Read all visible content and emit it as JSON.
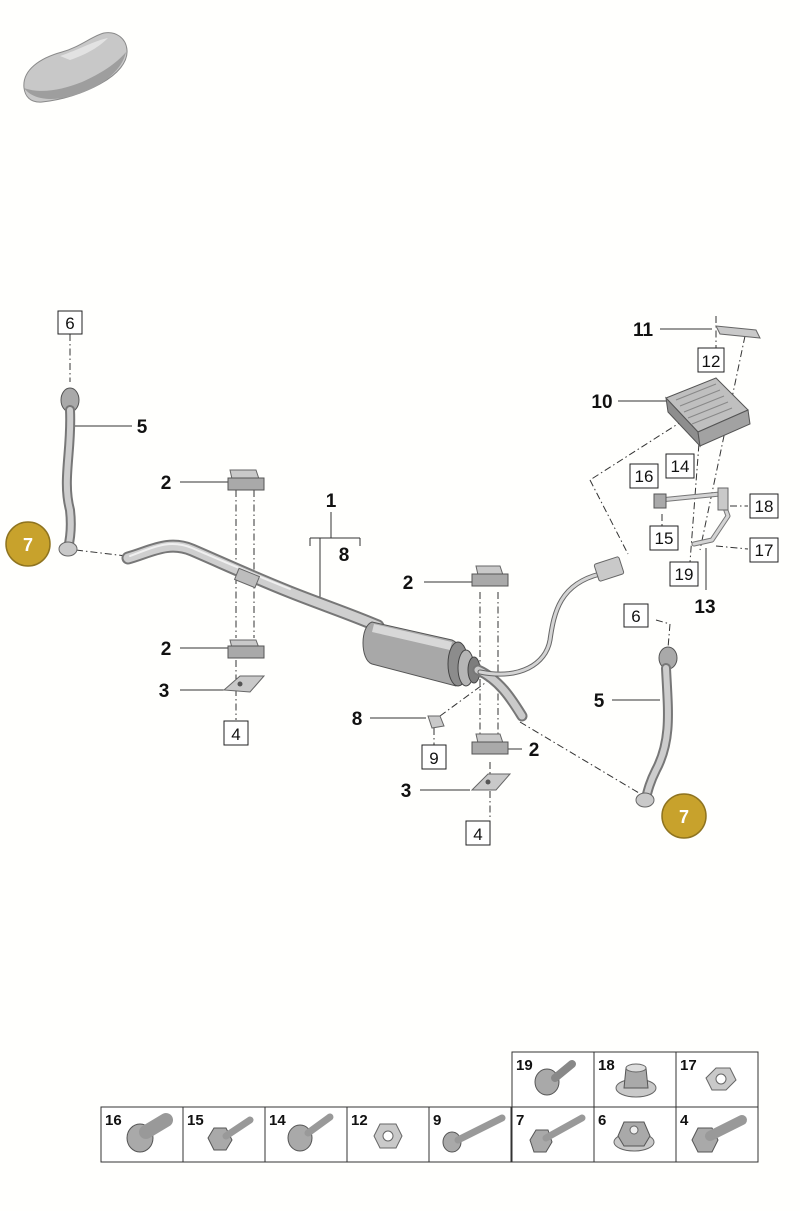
{
  "callouts": {
    "c1": "1",
    "c8a": "8",
    "c2a": "2",
    "c2b": "2",
    "c2c": "2",
    "c2d": "2",
    "c3a": "3",
    "c3b": "3",
    "c5a": "5",
    "c5b": "5",
    "c8b": "8",
    "c10": "10",
    "c11": "11",
    "c13": "13"
  },
  "boxed": {
    "b6a": "6",
    "b6b": "6",
    "b4a": "4",
    "b4b": "4",
    "b9": "9",
    "b12": "12",
    "b14": "14",
    "b15": "15",
    "b16": "16",
    "b17": "17",
    "b18": "18",
    "b19": "19"
  },
  "circles": {
    "c7a": "7",
    "c7b": "7"
  },
  "hardware_table": {
    "row1": [
      "19",
      "18",
      "17"
    ],
    "row2": [
      "16",
      "15",
      "14",
      "12",
      "9",
      "7",
      "6",
      "4"
    ]
  },
  "colors": {
    "circle_fill": "#c8a22c",
    "circle_stroke": "#8f7420"
  }
}
